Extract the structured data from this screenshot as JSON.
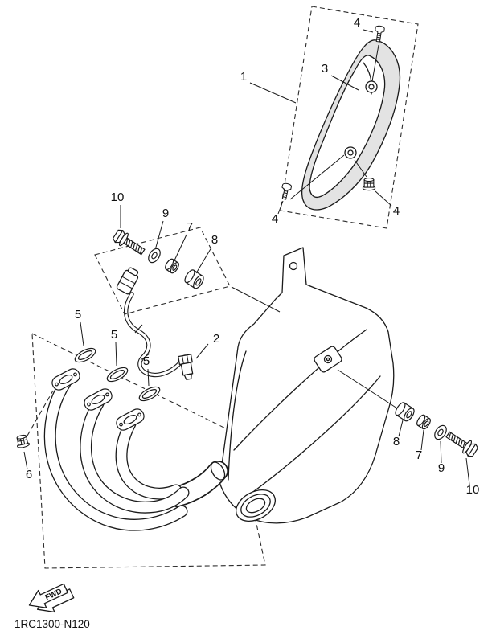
{
  "page": {
    "background": "#ffffff",
    "line_color": "#1a1a1a"
  },
  "diagram": {
    "part_code": "1RC1300-N120",
    "fwd_label": "FWD",
    "callouts": {
      "c1": "1",
      "c2": "2",
      "c3": "3",
      "c4_top": "4",
      "c4_left": "4",
      "c4_right": "4",
      "c5_a": "5",
      "c5_b": "5",
      "c5_c": "5",
      "c6": "6",
      "c7_left": "7",
      "c8_left": "8",
      "c9_left": "9",
      "c10_left": "10",
      "c7_right": "7",
      "c8_right": "8",
      "c9_right": "9",
      "c10_right": "10"
    }
  }
}
